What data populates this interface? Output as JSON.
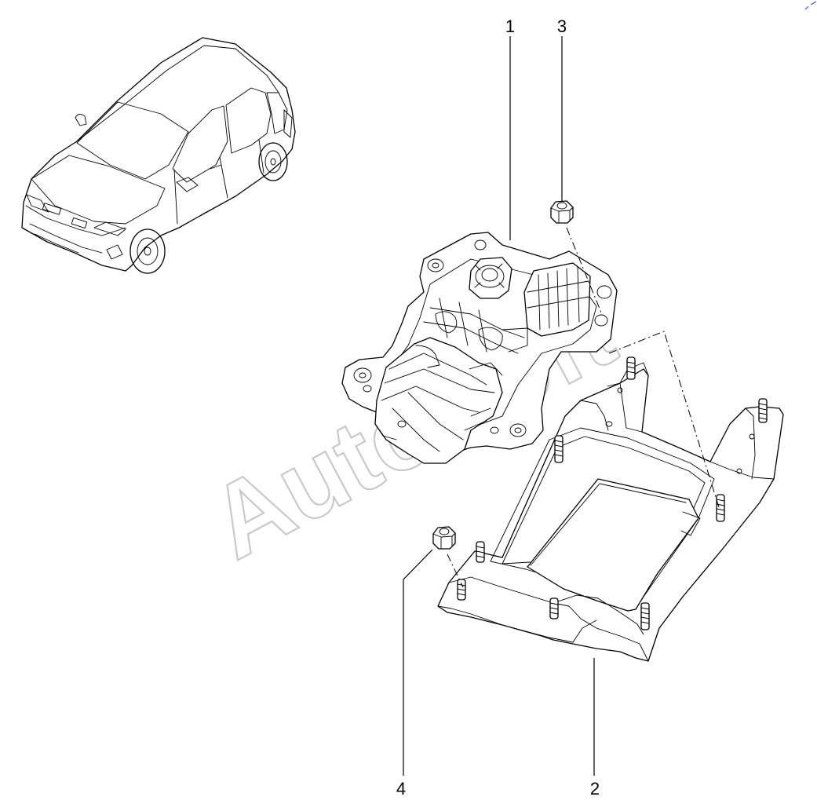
{
  "callouts": [
    {
      "id": "1",
      "label": "1"
    },
    {
      "id": "2",
      "label": "2"
    },
    {
      "id": "3",
      "label": "3"
    },
    {
      "id": "4",
      "label": "4"
    }
  ],
  "watermark": "AutoSoft",
  "colors": {
    "line": "#000000",
    "background": "#ffffff",
    "watermark": "#c9c9c9",
    "corner_mark": "#3b5bd6"
  }
}
